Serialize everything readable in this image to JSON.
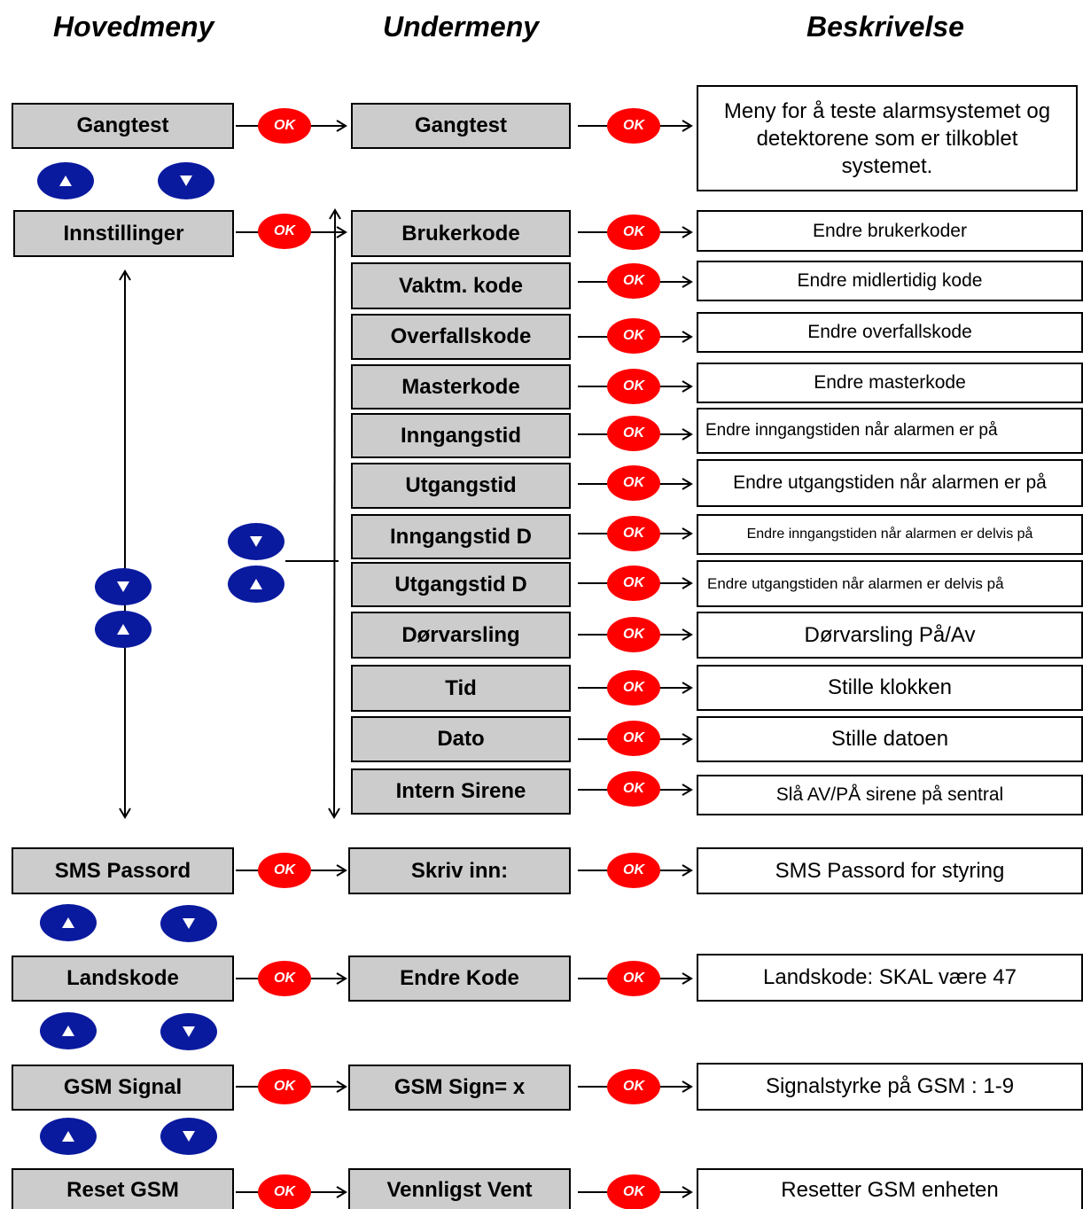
{
  "headers": {
    "main": "Hovedmeny",
    "sub": "Undermeny",
    "desc": "Beskrivelse"
  },
  "ok_label": "OK",
  "colors": {
    "ok": "#ff0000",
    "nav": "#0a1a9e",
    "box_fill": "#cccccc"
  },
  "icons": {
    "up": "triangle-up",
    "down": "triangle-down"
  },
  "main_menu": [
    "Gangtest",
    "Innstillinger",
    "SMS Passord",
    "Landskode",
    "GSM Signal",
    "Reset GSM"
  ],
  "gangtest": {
    "sub": "Gangtest",
    "desc": "Meny for å teste alarmsystemet og detektorene som er tilkoblet systemet."
  },
  "settings": [
    {
      "sub": "Brukerkode",
      "desc": "Endre brukerkoder"
    },
    {
      "sub": "Vaktm. kode",
      "desc": "Endre midlertidig kode"
    },
    {
      "sub": "Overfallskode",
      "desc": "Endre overfallskode"
    },
    {
      "sub": "Masterkode",
      "desc": "Endre masterkode"
    },
    {
      "sub": "Inngangstid",
      "desc": "Endre inngangstiden når alarmen er på"
    },
    {
      "sub": "Utgangstid",
      "desc": "Endre utgangstiden når alarmen er på"
    },
    {
      "sub": "Inngangstid D",
      "desc": "Endre inngangstiden når alarmen er delvis på"
    },
    {
      "sub": "Utgangstid D",
      "desc": "Endre utgangstiden når alarmen er delvis på"
    },
    {
      "sub": "Dørvarsling",
      "desc": "Dørvarsling På/Av"
    },
    {
      "sub": "Tid",
      "desc": "Stille klokken"
    },
    {
      "sub": "Dato",
      "desc": "Stille datoen"
    },
    {
      "sub": "Intern Sirene",
      "desc": "Slå AV/PÅ sirene på sentral"
    }
  ],
  "bottom": [
    {
      "sub": "Skriv inn:",
      "desc": "SMS Passord for styring"
    },
    {
      "sub": "Endre Kode",
      "desc": "Landskode: SKAL være 47"
    },
    {
      "sub": "GSM Sign= x",
      "desc": "Signalstyrke på GSM : 1-9"
    },
    {
      "sub": "Vennligst Vent",
      "desc": "Resetter GSM enheten"
    }
  ]
}
